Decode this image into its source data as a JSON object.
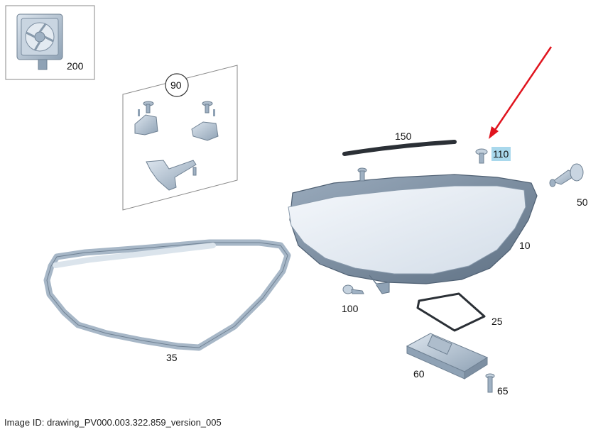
{
  "diagram": {
    "callouts": {
      "p200": "200",
      "p90": "90",
      "p150": "150",
      "p110": "110",
      "p50": "50",
      "p10": "10",
      "p100": "100",
      "p25": "25",
      "p35": "35",
      "p60": "60",
      "p65": "65"
    },
    "highlighted_callout": "110",
    "highlight_color": "#a9d8ec",
    "arrow_color": "#e0141e",
    "part_color": "#b8c8d8"
  },
  "footer": {
    "image_id": "Image ID: drawing_PV000.003.322.859_version_005"
  }
}
